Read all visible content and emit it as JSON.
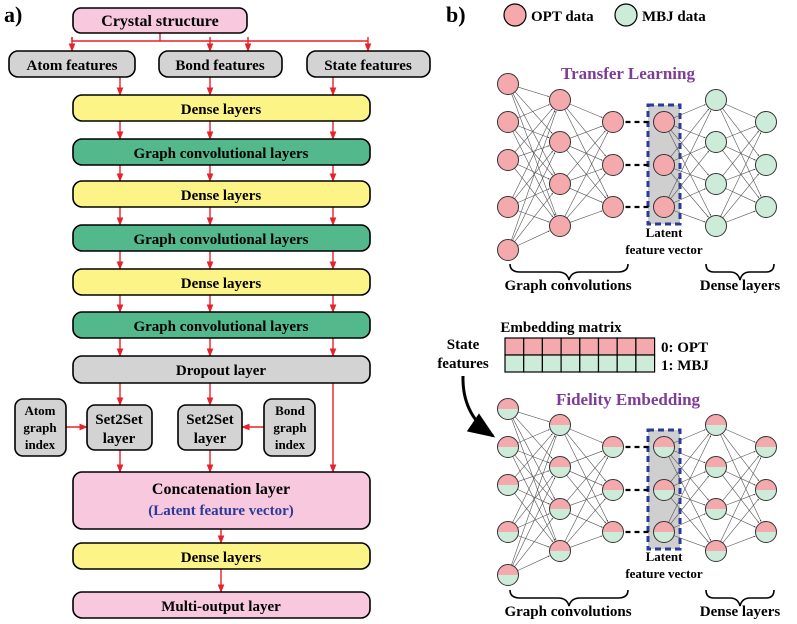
{
  "panel_a": {
    "label": "a)",
    "crystal_structure": "Crystal structure",
    "atom_features": "Atom features",
    "bond_features": "Bond features",
    "state_features": "State features",
    "dense_layers": "Dense layers",
    "graph_conv_layers": "Graph convolutional layers",
    "dropout_layer": "Dropout layer",
    "set2set_line1": "Set2Set",
    "set2set_line2": "layer",
    "atom_graph_index": [
      "Atom",
      "graph",
      "index"
    ],
    "bond_graph_index": [
      "Bond",
      "graph",
      "index"
    ],
    "concat_layer": "Concatenation layer",
    "latent_vector_paren": "(Latent feature vector)",
    "multi_output": "Multi-output layer"
  },
  "panel_b": {
    "label": "b)",
    "legend_opt": "OPT data",
    "legend_mbj": "MBJ data",
    "transfer_title": "Transfer Learning",
    "latent_line1": "Latent",
    "latent_line2": "feature vector",
    "graph_convolutions": "Graph convolutions",
    "dense_layers": "Dense layers",
    "embedding_matrix": "Embedding matrix",
    "emb_row0": "0: OPT",
    "emb_row1": "1: MBJ",
    "state_line1": "State",
    "state_line2": "features",
    "fidelity_title": "Fidelity Embedding"
  },
  "colors": {
    "pink": "#f7c8de",
    "yellow": "#fdf487",
    "green": "#53b88b",
    "gray": "#d3d3d3",
    "opt": "#f4a9ad",
    "mbj": "#cdebd9",
    "red_arrow": "#e8222b",
    "purple": "#7d3c98",
    "blue_text": "#2a3a9a",
    "dash_blue": "#2a3a9a"
  }
}
